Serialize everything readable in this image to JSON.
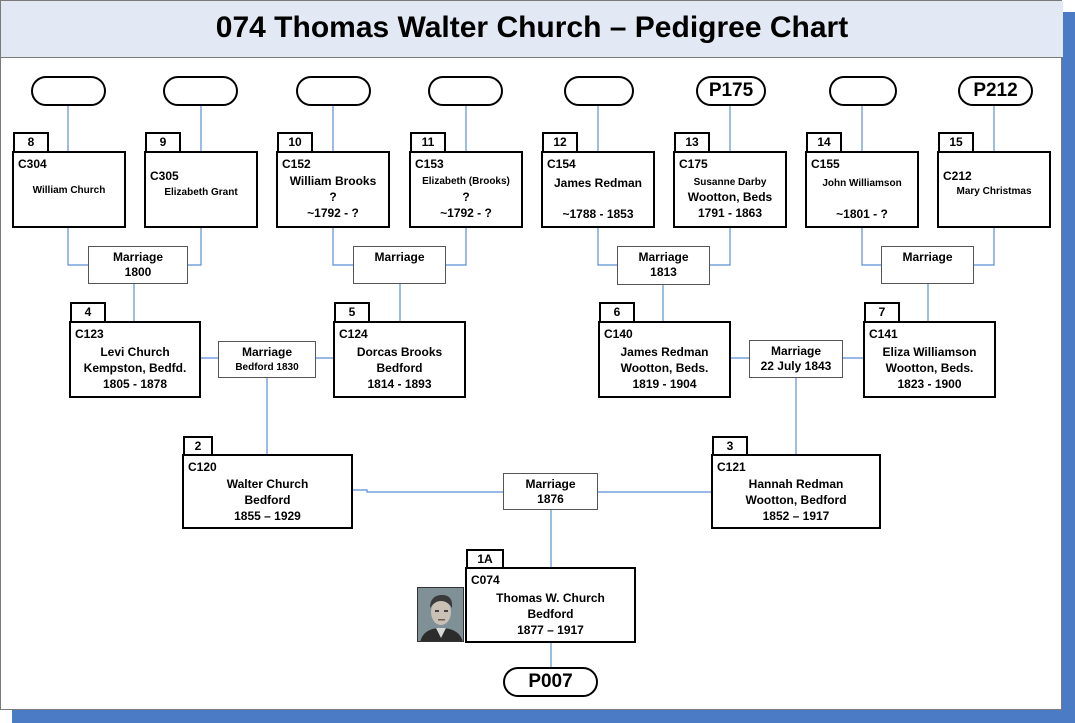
{
  "title": "074 Thomas Walter Church – Pedigree Chart",
  "top_pills": [
    "",
    "",
    "",
    "",
    "",
    "P175",
    "",
    "P212"
  ],
  "people": {
    "p8": {
      "num": "8",
      "id": "C304",
      "name": "William Church"
    },
    "p9": {
      "num": "9",
      "id": "C305",
      "name": "Elizabeth Grant"
    },
    "p10": {
      "num": "10",
      "id": "C152",
      "name": "William Brooks",
      "place": "?",
      "dates": "~1792 - ?"
    },
    "p11": {
      "num": "11",
      "id": "C153",
      "name": "Elizabeth (Brooks)",
      "place": "?",
      "dates": "~1792 - ?"
    },
    "p12": {
      "num": "12",
      "id": "C154",
      "name": "James Redman",
      "dates": "~1788 - 1853"
    },
    "p13": {
      "num": "13",
      "id": "C175",
      "name": "Susanne Darby",
      "place": "Wootton, Beds",
      "dates": "1791 - 1863"
    },
    "p14": {
      "num": "14",
      "id": "C155",
      "name": "John Williamson",
      "dates": "~1801 - ?"
    },
    "p15": {
      "num": "15",
      "id": "C212",
      "name": "Mary Christmas"
    },
    "p4": {
      "num": "4",
      "id": "C123",
      "name": "Levi Church",
      "place": "Kempston, Bedfd.",
      "dates": "1805 - 1878"
    },
    "p5": {
      "num": "5",
      "id": "C124",
      "name": "Dorcas Brooks",
      "place": "Bedford",
      "dates": "1814 - 1893"
    },
    "p6": {
      "num": "6",
      "id": "C140",
      "name": "James Redman",
      "place": "Wootton, Beds.",
      "dates": "1819 - 1904"
    },
    "p7": {
      "num": "7",
      "id": "C141",
      "name": "Eliza Williamson",
      "place": "Wootton, Beds.",
      "dates": "1823 - 1900"
    },
    "p2": {
      "num": "2",
      "id": "C120",
      "name": "Walter Church",
      "place": "Bedford",
      "dates": "1855 – 1929"
    },
    "p3": {
      "num": "3",
      "id": "C121",
      "name": "Hannah Redman",
      "place": "Wootton, Bedford",
      "dates": "1852 – 1917"
    },
    "p1": {
      "num": "1A",
      "id": "C074",
      "name": "Thomas W. Church",
      "place": "Bedford",
      "dates": "1877 – 1917"
    }
  },
  "marriages": {
    "m8_9": {
      "label": "Marriage",
      "detail": "1800"
    },
    "m10_11": {
      "label": "Marriage",
      "detail": ""
    },
    "m12_13": {
      "label": "Marriage",
      "detail": "1813"
    },
    "m14_15": {
      "label": "Marriage",
      "detail": ""
    },
    "m4_5": {
      "label": "Marriage",
      "detail": "Bedford 1830"
    },
    "m6_7": {
      "label": "Marriage",
      "detail": "22 July 1843"
    },
    "m2_3": {
      "label": "Marriage",
      "detail": "1876"
    }
  },
  "bottom_pill": "P007",
  "colors": {
    "line": "#5b8ed6",
    "shadow": "#4a7bc4",
    "title_bg": "#e3e9f4"
  }
}
